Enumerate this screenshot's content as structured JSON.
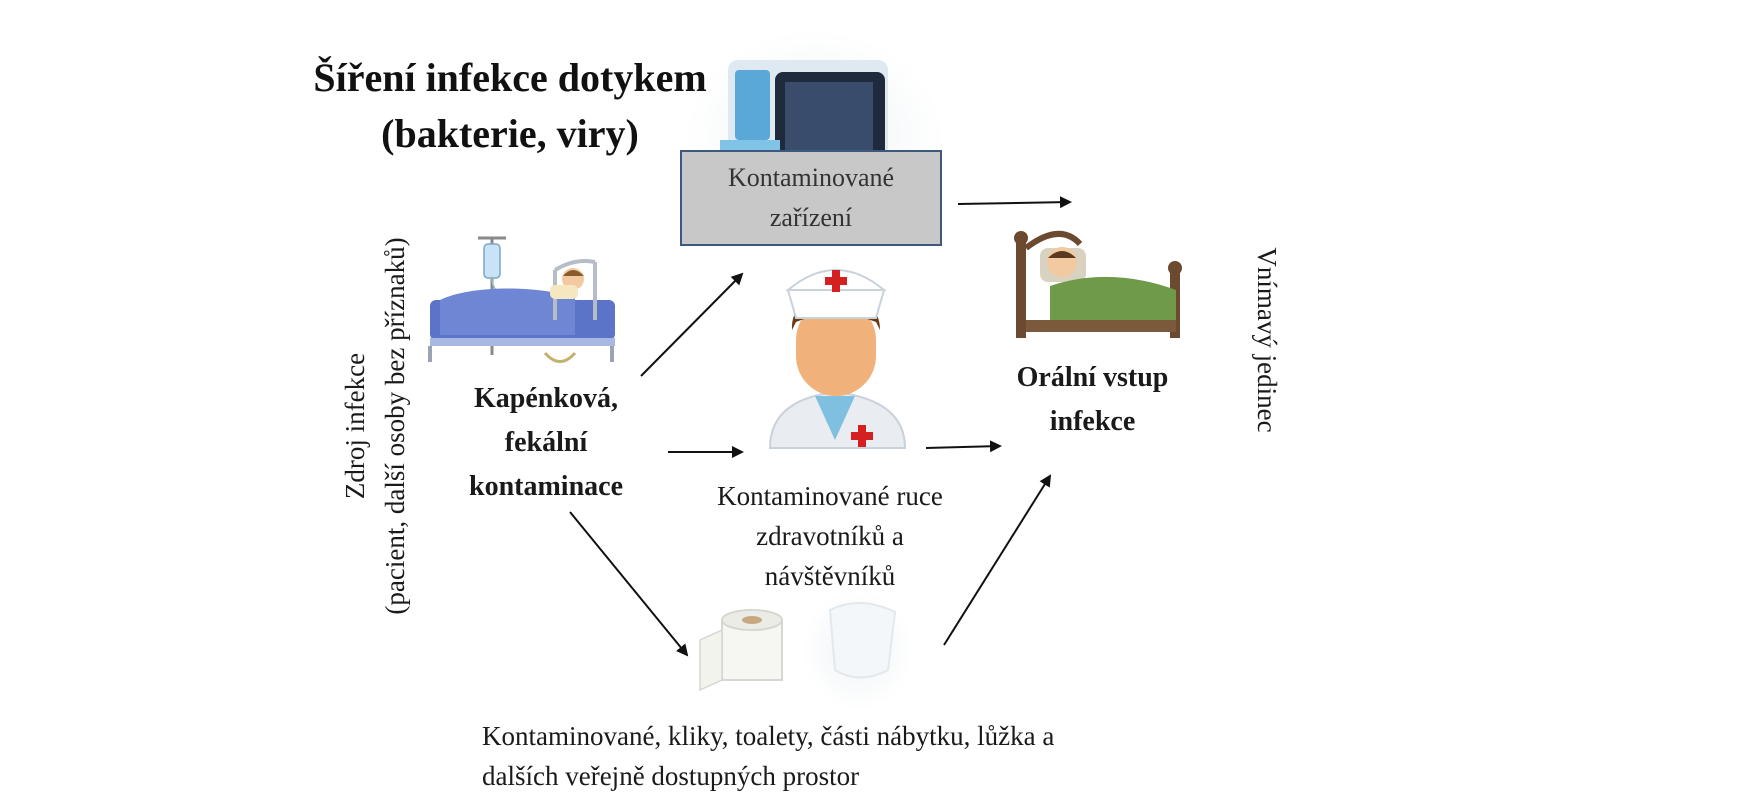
{
  "title": {
    "line1": "Šíření infekce dotykem",
    "line2": "(bakterie, viry)"
  },
  "equipment_box": {
    "line1": "Kontaminované",
    "line2": "zařízení"
  },
  "source": {
    "side_line1": "Zdroj infekce",
    "side_line2": "(pacient, další osoby bez příznaků)",
    "label_line1": "Kapénková,",
    "label_line2": "fekální",
    "label_line3": "kontaminace"
  },
  "hands": {
    "line1": "Kontaminované ruce",
    "line2": "zdravotníků a",
    "line3": "návštěvníků"
  },
  "surfaces": {
    "line1": "Kontaminované, kliky, toalety, části nábytku, lůžka a",
    "line2": "dalších veřejně dostupných prostor"
  },
  "target": {
    "label_line1": "Orální vstup",
    "label_line2": "infekce",
    "side_label": "Vnímavý jedinec"
  },
  "icons": [
    "patient-in-bed-icon",
    "medical-equipment-icon",
    "nurse-icon",
    "sleeping-person-bed-icon",
    "toilet-paper-icon",
    "toilet-icon"
  ],
  "colors": {
    "box_fill": "#c8c8c8",
    "box_border": "#3d5a7e",
    "arrow": "#111111",
    "red_cross": "#d42020",
    "blanket_blue": "#5b74c8",
    "blanket_green": "#6e9a4a"
  }
}
